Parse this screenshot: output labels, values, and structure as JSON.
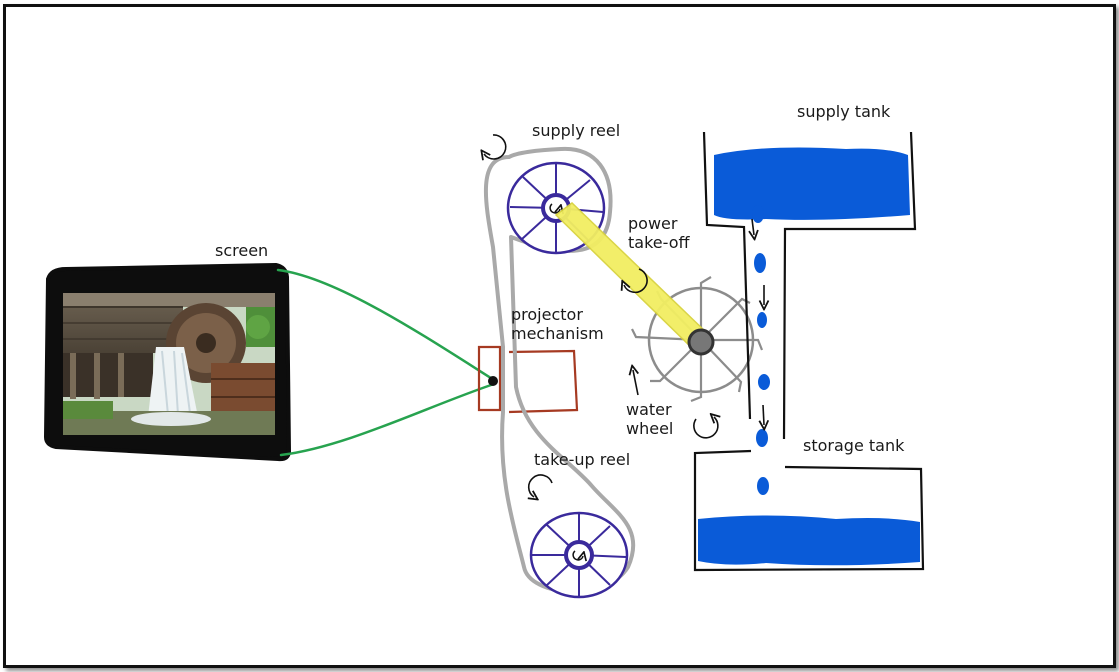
{
  "labels": {
    "screen": "screen",
    "supply_reel": "supply reel",
    "projector_mechanism": "projector\nmechanism",
    "power_take_off": "power\ntake-off",
    "water_wheel": "water\nwheel",
    "take_up_reel": "take-up reel",
    "supply_tank": "supply tank",
    "storage_tank": "storage tank"
  },
  "colors": {
    "film": "#a9a9a9",
    "reel": "#3a2a9c",
    "water": "#0a5bd8",
    "shaft": "#f2ee62",
    "wheel": "#8c8c8c",
    "projector": "#a63a22",
    "light_beam": "#27a34f",
    "screen_frame": "#0d0d0d"
  }
}
